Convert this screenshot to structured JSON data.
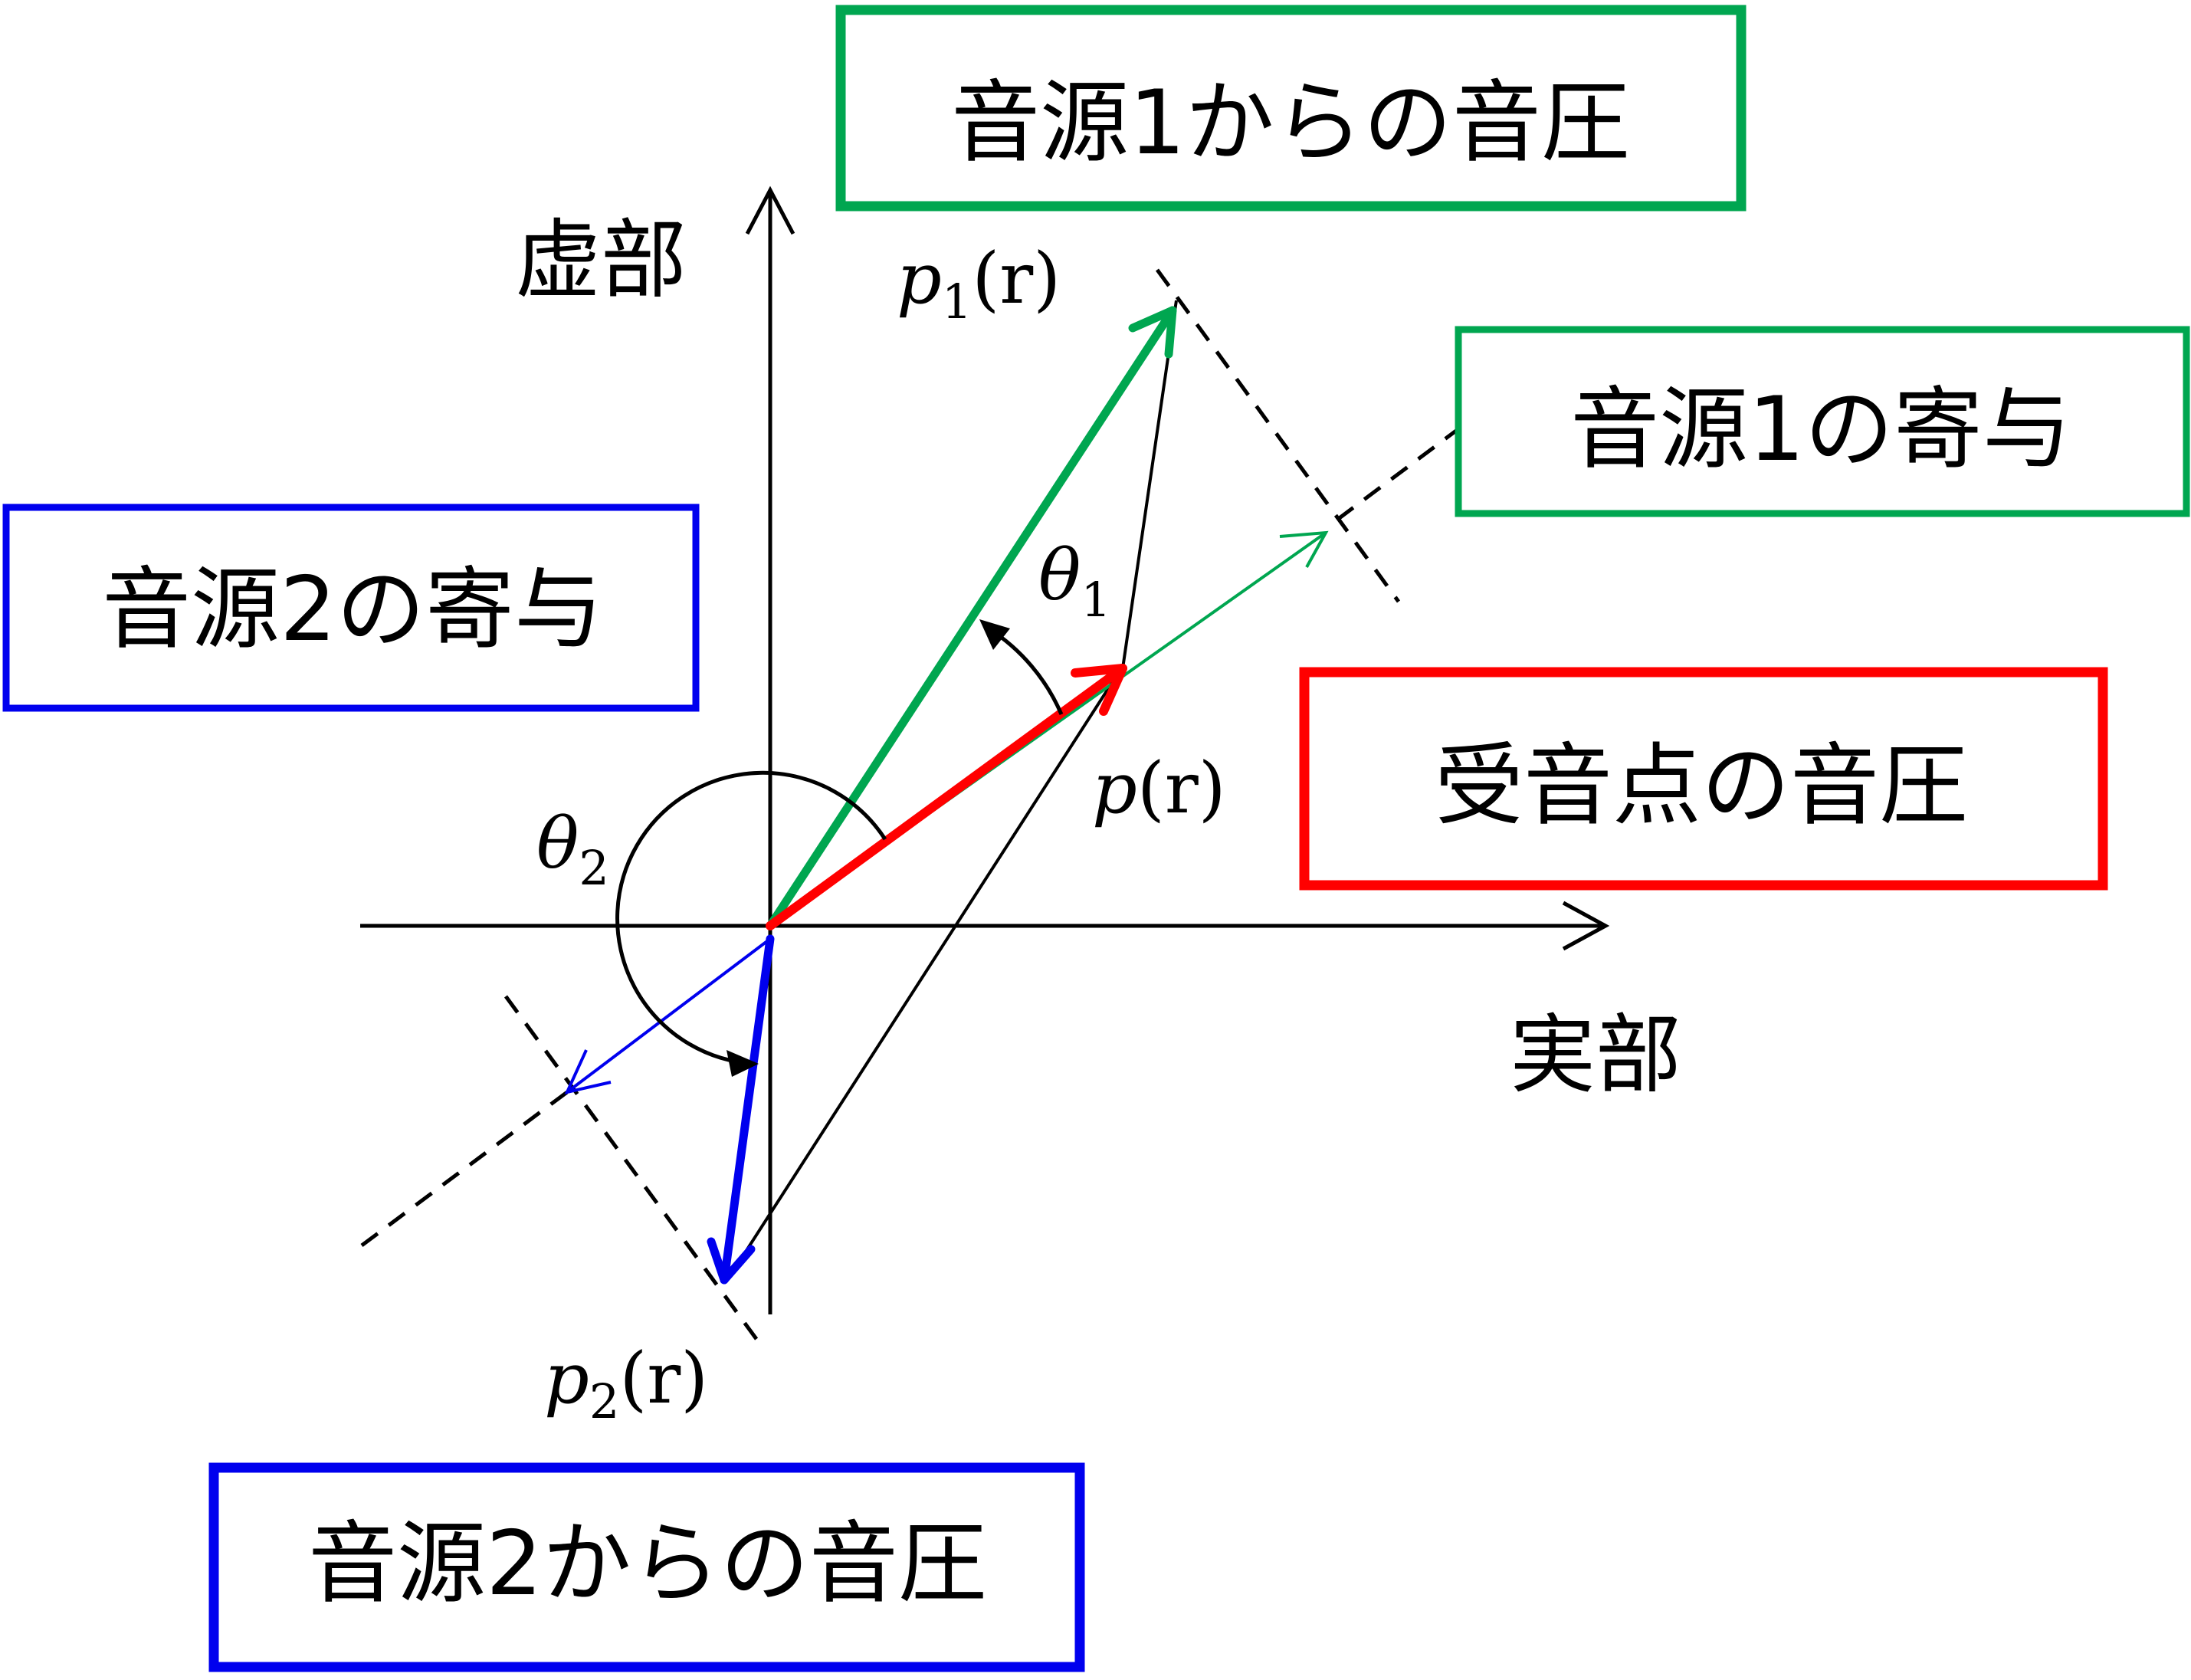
{
  "colors": {
    "source1": "#00a650",
    "source2": "#0000ee",
    "receiver": "#ff0000",
    "axis": "#000000"
  },
  "axes": {
    "real_label": "実部",
    "imag_label": "虚部"
  },
  "boxes": {
    "source1_pressure": "音源1からの音圧",
    "source1_contribution": "音源1の寄与",
    "source2_contribution": "音源2の寄与",
    "receiver_pressure": "受音点の音圧",
    "source2_pressure": "音源2からの音圧"
  },
  "math_labels": {
    "p1": {
      "base": "p",
      "sub": "1",
      "arg": "(r)"
    },
    "p2": {
      "base": "p",
      "sub": "2",
      "arg": "(r)"
    },
    "p": {
      "base": "p",
      "arg": "(r)"
    },
    "theta1": {
      "base": "θ",
      "sub": "1"
    },
    "theta2": {
      "base": "θ",
      "sub": "2"
    }
  }
}
